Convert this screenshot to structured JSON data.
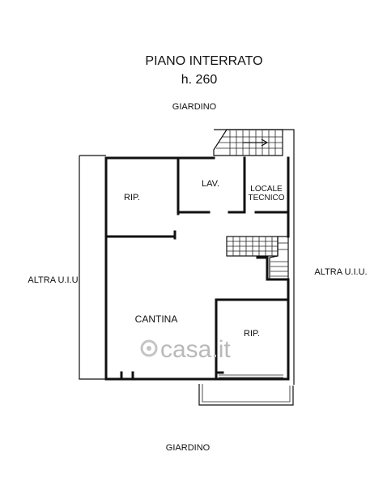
{
  "title": "PIANO INTERRATO",
  "height_label": "h. 260",
  "labels": {
    "garden_top": "GIARDINO",
    "garden_bottom": "GIARDINO",
    "other_unit_left": "ALTRA U.I.U.",
    "other_unit_right": "ALTRA U.I.U."
  },
  "rooms": {
    "storage_top": "RIP.",
    "laundry": "LAV.",
    "technical_line1": "LOCALE",
    "technical_line2": "TECNICO",
    "cellar": "CANTINA",
    "storage_bottom": "RIP."
  },
  "watermark": "casa.it",
  "icons": [
    "stair-arrow-icon",
    "watermark-logo-icon"
  ],
  "colors": {
    "ink": "#111111",
    "watermark": "#b9b9b9",
    "background": "#ffffff"
  }
}
